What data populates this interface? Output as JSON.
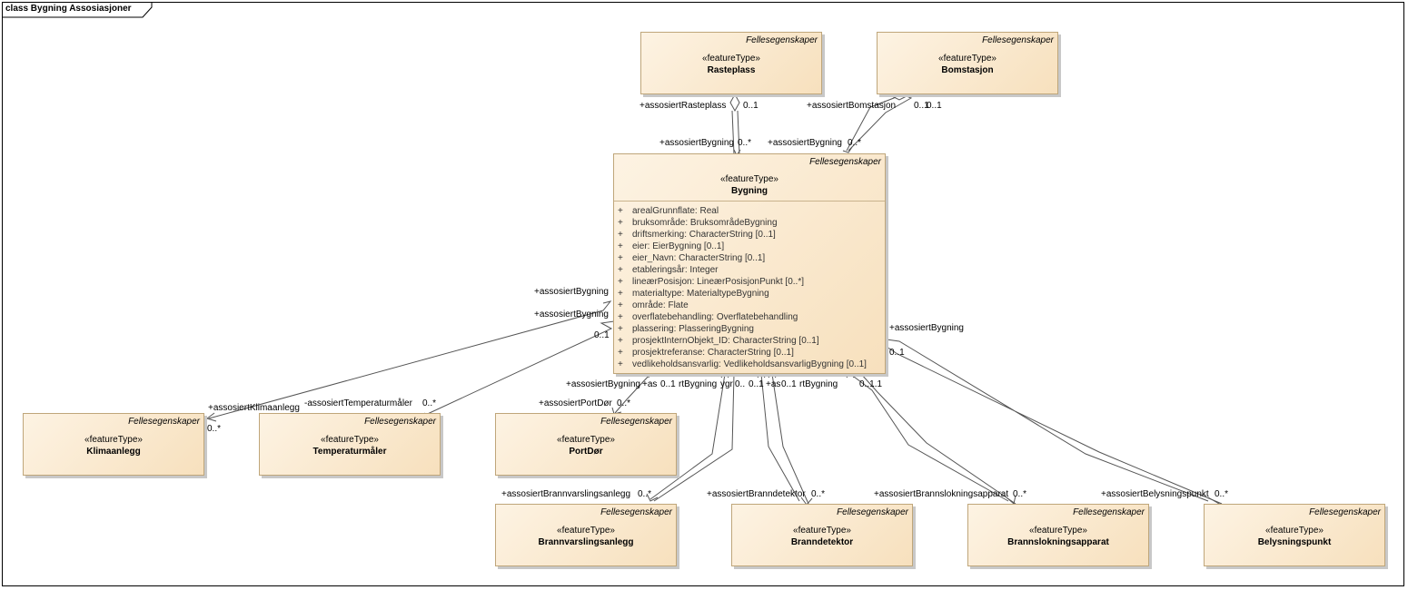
{
  "frame": {
    "title": "class Bygning Assosiasjoner"
  },
  "classes": {
    "rasteplass": {
      "tag": "Fellesegenskaper",
      "stereotype": "«featureType»",
      "name": "Rasteplass"
    },
    "bomstasjon": {
      "tag": "Fellesegenskaper",
      "stereotype": "«featureType»",
      "name": "Bomstasjon"
    },
    "bygning": {
      "tag": "Fellesegenskaper",
      "stereotype": "«featureType»",
      "name": "Bygning",
      "attributes": [
        {
          "vis": "+",
          "text": "arealGrunnflate: Real"
        },
        {
          "vis": "+",
          "text": "bruksområde: BruksområdeBygning"
        },
        {
          "vis": "+",
          "text": "driftsmerking: CharacterString [0..1]"
        },
        {
          "vis": "+",
          "text": "eier: EierBygning [0..1]"
        },
        {
          "vis": "+",
          "text": "eier_Navn: CharacterString [0..1]"
        },
        {
          "vis": "+",
          "text": "etableringsår: Integer"
        },
        {
          "vis": "+",
          "text": "lineærPosisjon: LineærPosisjonPunkt [0..*]"
        },
        {
          "vis": "+",
          "text": "materialtype: MaterialtypeBygning"
        },
        {
          "vis": "+",
          "text": "område: Flate"
        },
        {
          "vis": "+",
          "text": "overflatebehandling: Overflatebehandling"
        },
        {
          "vis": "+",
          "text": "plassering: PlasseringBygning"
        },
        {
          "vis": "+",
          "text": "prosjektInternObjekt_ID: CharacterString [0..1]"
        },
        {
          "vis": "+",
          "text": "prosjektreferanse: CharacterString [0..1]"
        },
        {
          "vis": "+",
          "text": "vedlikeholdsansvarlig: VedlikeholdsansvarligBygning [0..1]"
        }
      ]
    },
    "klimaanlegg": {
      "tag": "Fellesegenskaper",
      "stereotype": "«featureType»",
      "name": "Klimaanlegg"
    },
    "temperaturmaler": {
      "tag": "Fellesegenskaper",
      "stereotype": "«featureType»",
      "name": "Temperaturmåler"
    },
    "portdor": {
      "tag": "Fellesegenskaper",
      "stereotype": "«featureType»",
      "name": "PortDør"
    },
    "brannvarslingsanlegg": {
      "tag": "Fellesegenskaper",
      "stereotype": "«featureType»",
      "name": "Brannvarslingsanlegg"
    },
    "branndetektor": {
      "tag": "Fellesegenskaper",
      "stereotype": "«featureType»",
      "name": "Branndetektor"
    },
    "brannslokningsapparat": {
      "tag": "Fellesegenskaper",
      "stereotype": "«featureType»",
      "name": "Brannslokningsapparat"
    },
    "belysningspunkt": {
      "tag": "Fellesegenskaper",
      "stereotype": "«featureType»",
      "name": "Belysningspunkt"
    }
  },
  "labels": {
    "rasteplass_role": "+assosiertRasteplass",
    "rasteplass_mult": "0..1",
    "bygning_rasteplass_role": "+assosiertBygning",
    "bygning_rasteplass_mult": "0..*",
    "bomstasjon_role": "+assosiertBomstasjon",
    "bomstasjon_mult": "0..1",
    "bomstasjon_mult2": "0..1",
    "bygning_bomstasjon_role": "+assosiertBygning",
    "bygning_bomstasjon_mult": "0..*",
    "left_bygning_role1": "+assosiertBygning",
    "left_bygning_role2": "+assosiertBygning",
    "left_mult": "0..1",
    "klima_role": "+assosiertKlimaanlegg",
    "klima_mult": "0..*",
    "temp_role": "-assosiertTemperaturmåler",
    "temp_mult": "0..*",
    "bottom_bygning_role": "+assosiertBygning",
    "bottom_as_role": "+as",
    "bottom_mult1": "0..1",
    "bottom_rt_role": "rtBygning",
    "bottom_ygr": "ygr",
    "bottom_mult2": "0..",
    "bottom_mult3": "0..1",
    "bottom_as_role2": "+as",
    "bottom_mult4": "0..1",
    "bottom_rt_role2": "rtBygning",
    "portdor_role": "+assosiertPortDør",
    "portdor_mult": "0..*",
    "right_bygning_role": "+assosiertBygning",
    "right_mult1": "0..1",
    "right_mult2": "0..1",
    "right_mult3": "..1",
    "brannvarsling_role": "+assosiertBrannvarslingsanlegg",
    "brannvarsling_mult": "0..*",
    "branndetektor_role": "+assosiertBranndetektor",
    "branndetektor_mult": "0..*",
    "brannslokning_role": "+assosiertBrannslokningsapparat",
    "brannslokning_mult": "0..*",
    "belysning_role": "+assosiertBelysningspunkt",
    "belysning_mult": "0..*"
  }
}
